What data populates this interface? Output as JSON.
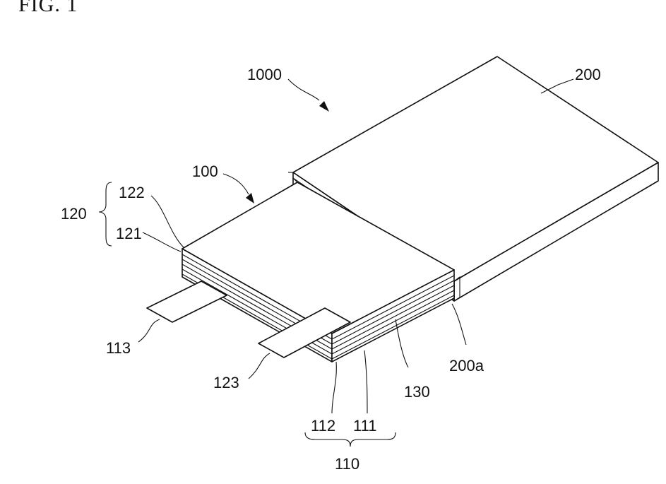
{
  "figure": {
    "title": "FIG. 1"
  },
  "labels": {
    "device": "1000",
    "case": "200",
    "case_opening": "200a",
    "electrode_assembly": "100",
    "group_120": "120",
    "plate_122": "122",
    "plate_121": "121",
    "tab_113": "113",
    "tab_123": "123",
    "separator_130": "130",
    "plate_112": "112",
    "plate_111": "111",
    "group_110": "110"
  }
}
